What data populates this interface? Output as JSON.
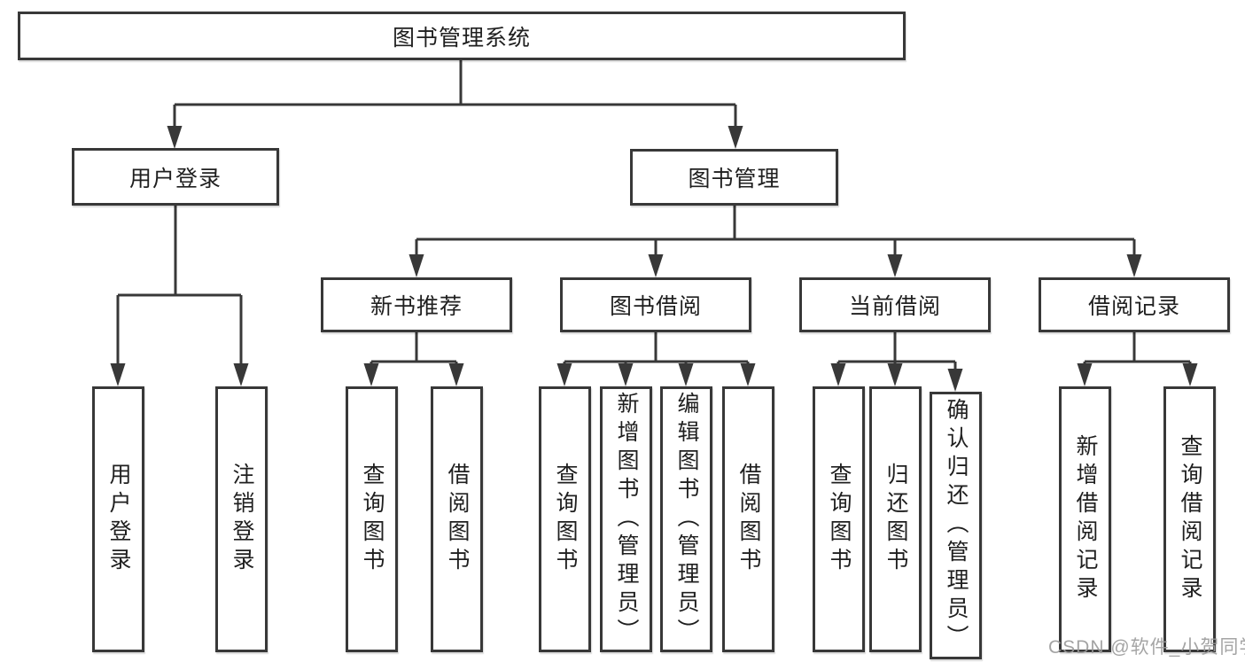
{
  "nodes": {
    "root": "图书管理系统",
    "user_login": "用户登录",
    "book_mgmt": "图书管理",
    "new_book_rec": "新书推荐",
    "book_borrow": "图书借阅",
    "current_borrow": "当前借阅",
    "borrow_records": "借阅记录",
    "ul_login": "用户登录",
    "ul_logout": "注销登录",
    "nbr_query": "查询图书",
    "nbr_borrow": "借阅图书",
    "bb_query": "查询图书",
    "bb_add": "新增图书（管理员）",
    "bb_edit": "编辑图书（管理员）",
    "bb_borrow": "借阅图书",
    "cb_query": "查询图书",
    "cb_return": "归还图书",
    "cb_confirm": "确认归还（管理员）",
    "br_add": "新增借阅记录",
    "br_query": "查询借阅记录"
  },
  "watermark": "CSDN @软件_小贺同学",
  "colors": {
    "line": "#383838",
    "text": "#1f1f1f",
    "watermark": "#9b9b9b",
    "background": "#ffffff"
  }
}
